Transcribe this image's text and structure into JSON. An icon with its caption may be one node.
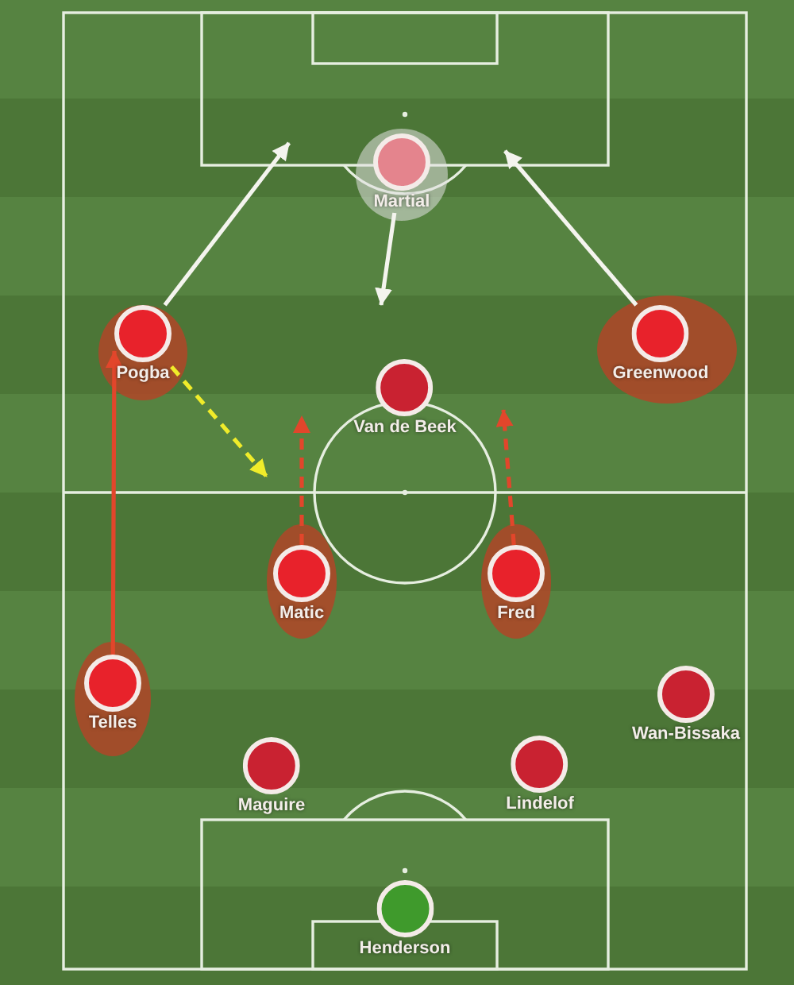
{
  "diagram": {
    "nodes": [
      {
        "text": [
          "Martial"
        ]
      },
      {
        "text": [
          "Pogba"
        ]
      },
      {
        "text": [
          "Greenwood"
        ]
      },
      {
        "text": [
          "Van de Beek"
        ]
      },
      {
        "text": [
          "Matic"
        ]
      },
      {
        "text": [
          "Fred"
        ]
      },
      {
        "text": [
          "Telles"
        ]
      },
      {
        "text": [
          "Wan-Bissaka"
        ]
      },
      {
        "text": [
          "Maguire"
        ]
      },
      {
        "text": [
          "Lindelof"
        ]
      },
      {
        "text": [
          "Henderson"
        ]
      }
    ],
    "edges": [
      {
        "from": 1,
        "to": null,
        "arrow": "to"
      },
      {
        "from": 2,
        "to": null,
        "arrow": "to"
      },
      {
        "from": 0,
        "to": null,
        "arrow": "to"
      },
      {
        "from": 1,
        "to": null,
        "arrow": "to",
        "style": "dashed",
        "color": "#f0ec2a"
      },
      {
        "from": 6,
        "to": 1,
        "arrow": "to",
        "color": "#e2462b"
      },
      {
        "from": 4,
        "to": null,
        "arrow": "to",
        "style": "dashed",
        "color": "#e2462b"
      },
      {
        "from": 5,
        "to": null,
        "arrow": "to",
        "style": "dashed",
        "color": "#e2462b"
      }
    ]
  }
}
